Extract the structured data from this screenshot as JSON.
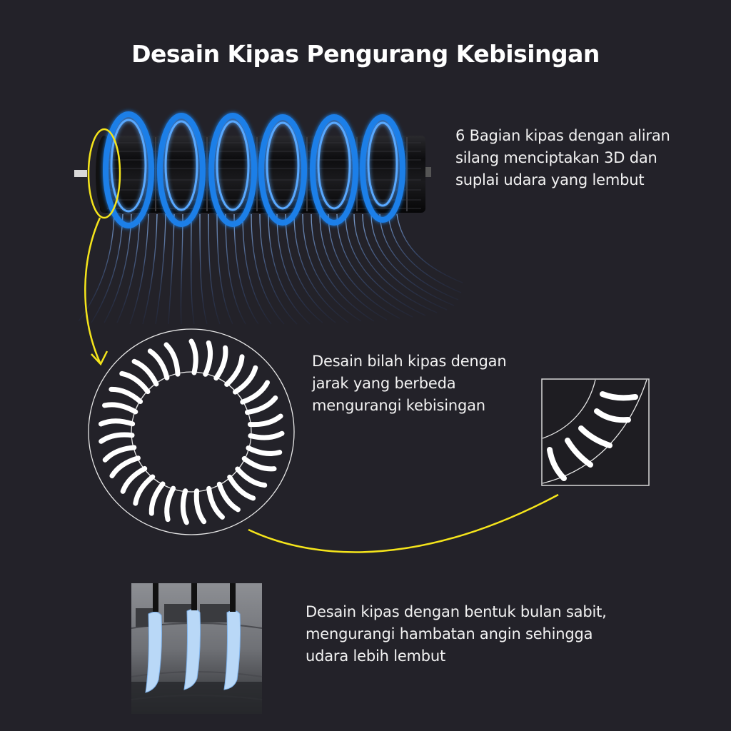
{
  "title": "Desain Kipas Pengurang Kebisingan",
  "features": [
    {
      "id": "cross-flow",
      "text": "6 Bagian kipas dengan aliran\nsilang menciptakan 3D dan\nsuplai udara yang lembut",
      "visual": "cross-flow-fan-with-6-airflow-rings"
    },
    {
      "id": "blade-spacing",
      "text": "Desain bilah kipas dengan\njarak yang berbeda\nmengurangi kebisingan",
      "visual": "fan-cross-section-ring-with-blades"
    },
    {
      "id": "crescent-blade",
      "text": "Desain kipas dengan bentuk bulan sabit,\nmengurangi hambatan angin sehingga\nudara lebih lembut",
      "visual": "crescent-blade-closeup-photo"
    }
  ],
  "colors": {
    "background": "#232229",
    "highlight": "#f5e51b",
    "airflow": "#2a8ff0",
    "blade_highlight": "#b9d8f7",
    "text": "#ffffff"
  },
  "fan": {
    "sections": 6
  }
}
